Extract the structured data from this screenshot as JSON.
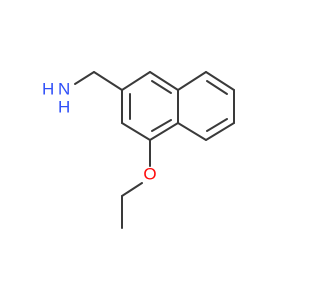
{
  "molecule": {
    "atoms": {
      "oxygen": {
        "label": "O",
        "color": "#ff0d0d"
      },
      "amine_n": {
        "label": "N",
        "color": "#3050f8"
      },
      "amine_h": {
        "label": "H",
        "color": "#3050f8"
      },
      "amine_h2": {
        "label": "H",
        "color": "#3050f8"
      }
    },
    "bond_color": "#3a3a3a"
  }
}
